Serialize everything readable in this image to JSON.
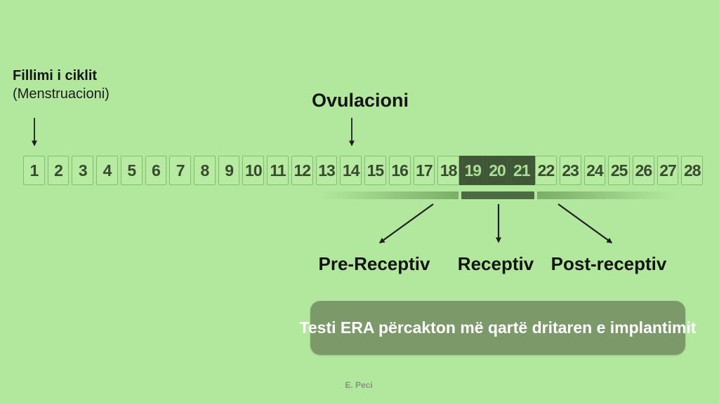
{
  "slide": {
    "background_color": "#b2e89e",
    "cycle_start": {
      "title": "Fillimi i ciklit",
      "subtitle": "(Menstruacioni)"
    },
    "ovulation": {
      "label": "Ovulacioni"
    },
    "timeline": {
      "days": [
        "1",
        "2",
        "3",
        "4",
        "5",
        "6",
        "7",
        "8",
        "9",
        "10",
        "11",
        "12",
        "13",
        "14",
        "15",
        "16",
        "17",
        "18",
        "19",
        "20",
        "21",
        "22",
        "23",
        "24",
        "25",
        "26",
        "27",
        "28"
      ],
      "highlighted_days": [
        "19",
        "20",
        "21"
      ],
      "ovulation_day": "14",
      "colors": {
        "day_cell_background": "#b6eba1",
        "day_cell_border": "#86bb73",
        "day_cell_text": "#3a4a31",
        "highlight_background": "#3f5637",
        "highlight_text": "#abde97",
        "ribbon_green": "#76a863",
        "ribbon_dark": "#4c6b42"
      }
    },
    "phases": [
      {
        "label": "Pre-Receptiv"
      },
      {
        "label": "Receptiv"
      },
      {
        "label": "Post-receptiv"
      }
    ],
    "banner": {
      "text": "Testi ERA përcakton më qartë dritaren e implantimit",
      "background_color": "#7c9a69",
      "text_color": "#ffffff"
    },
    "footer": {
      "author": "E. Peci"
    }
  }
}
